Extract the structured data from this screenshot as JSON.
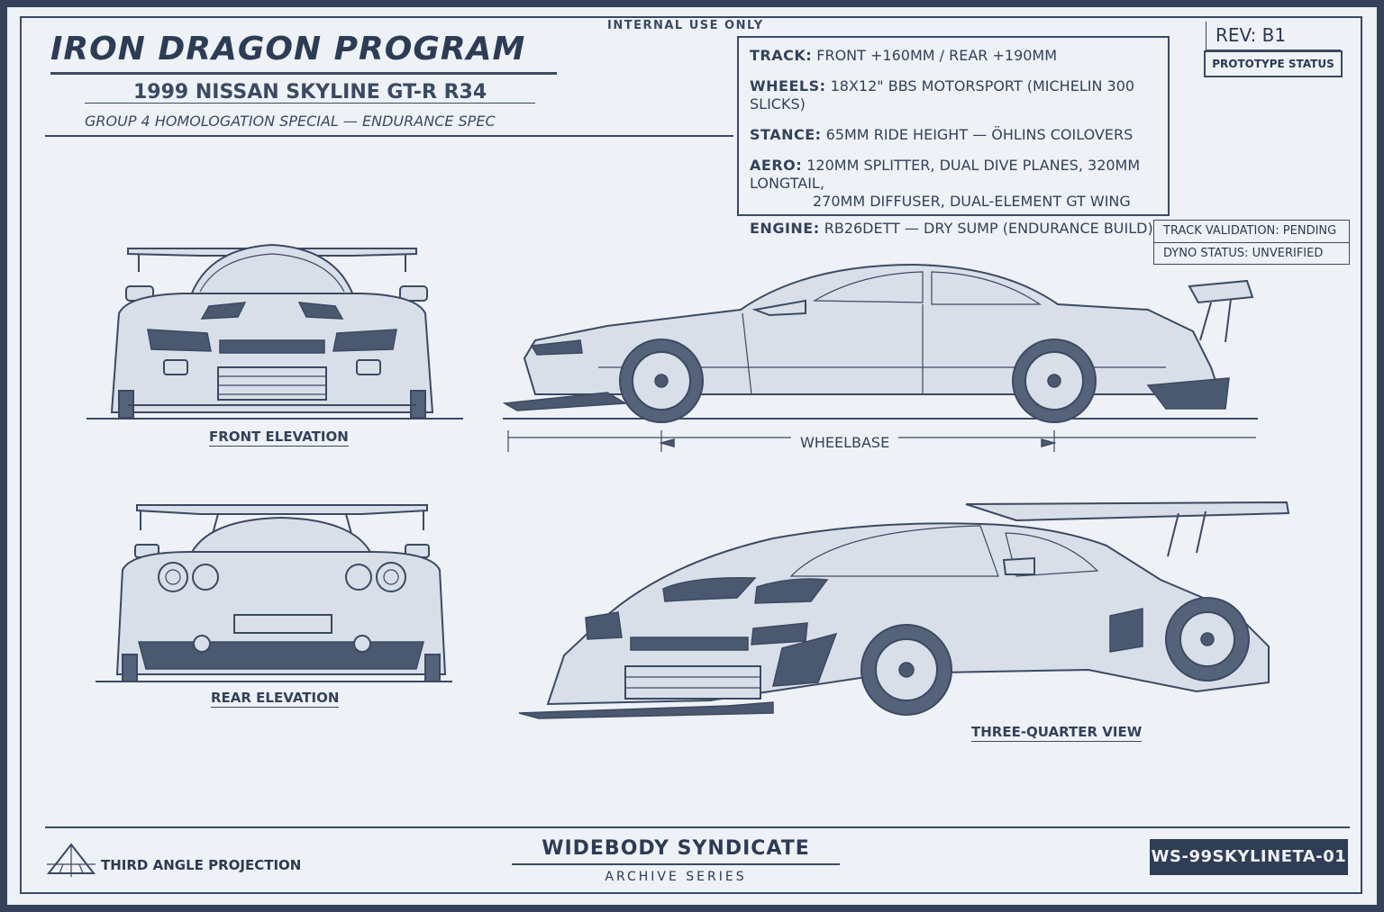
{
  "header": {
    "internal": "INTERNAL USE ONLY",
    "title": "IRON DRAGON PROGRAM",
    "subtitle": "1999 NISSAN SKYLINE GT-R R34",
    "subtitle2": "GROUP 4 HOMOLOGATION SPECIAL — ENDURANCE SPEC"
  },
  "specs": {
    "track_label": "TRACK:",
    "track_value": "FRONT +160MM / REAR +190MM",
    "wheels_label": "WHEELS:",
    "wheels_value": "18X12\" BBS MOTORSPORT (MICHELIN 300 SLICKS)",
    "stance_label": "STANCE:",
    "stance_value": "65MM RIDE HEIGHT — ÖHLINS COILOVERS",
    "aero_label": "AERO:",
    "aero_value_1": "120MM SPLITTER, DUAL DIVE PLANES, 320MM LONGTAIL,",
    "aero_value_2": "270MM DIFFUSER, DUAL-ELEMENT GT WING",
    "engine_label": "ENGINE:",
    "engine_value": "RB26DETT — DRY SUMP (ENDURANCE BUILD)"
  },
  "revision": {
    "rev": "REV: B1",
    "status": "PROTOTYPE STATUS"
  },
  "status": {
    "track_validation": "TRACK VALIDATION: PENDING",
    "dyno": "DYNO STATUS: UNVERIFIED"
  },
  "views": {
    "front": "FRONT ELEVATION",
    "rear": "REAR ELEVATION",
    "wheelbase": "WHEELBASE",
    "three_quarter": "THREE-QUARTER VIEW"
  },
  "footer": {
    "projection": "THIRD ANGLE PROJECTION",
    "brand": "WIDEBODY SYNDICATE",
    "series": "ARCHIVE SERIES",
    "doc_id": "WS-99SKYLINETA-01"
  },
  "colors": {
    "ink": "#3b4a62",
    "paper": "#eef1f5",
    "border": "#34435a"
  }
}
